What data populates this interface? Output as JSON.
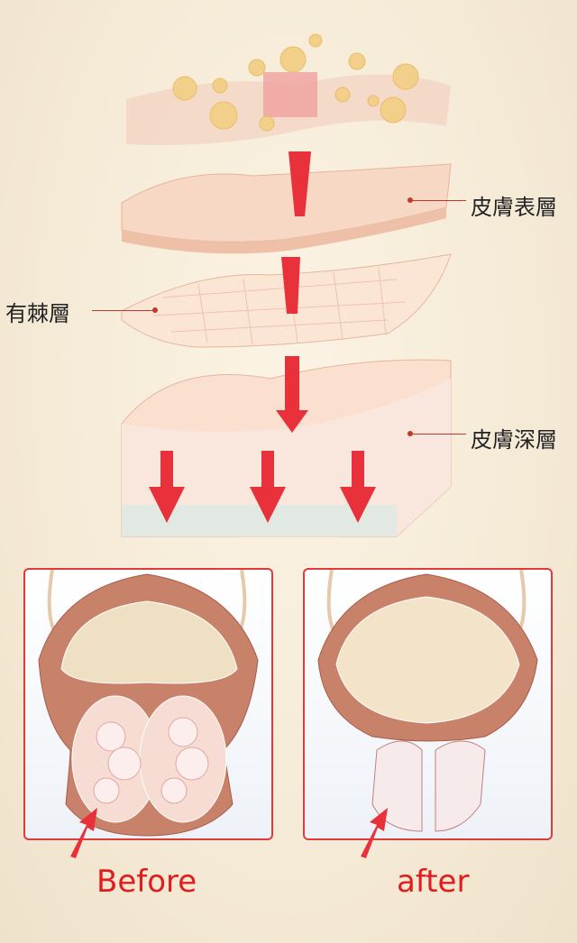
{
  "diagram": {
    "labels": {
      "epidermis": "皮膚表層",
      "spinous_layer": "有棘層",
      "dermis": "皮膚深層"
    },
    "colors": {
      "arrow": "#e8313a",
      "skin": "#f6d7c3",
      "label_line": "#c0392b"
    }
  },
  "comparison": {
    "before_label": "Before",
    "after_label": "after",
    "accent": "#e21b1b"
  }
}
